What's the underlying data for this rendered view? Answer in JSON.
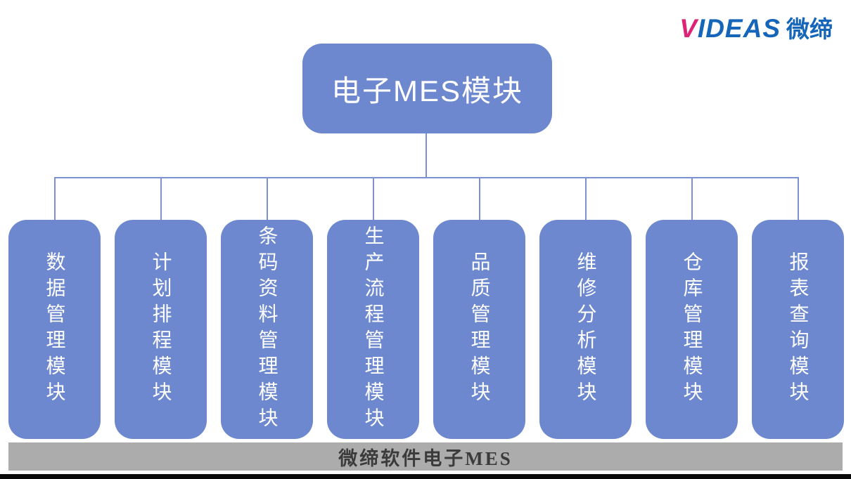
{
  "logo": {
    "brand_prefix": "V",
    "brand_rest": "IDEAS",
    "brand_cjk": "微缔",
    "magenta": "#dd2377",
    "blue": "#1565b8"
  },
  "root": {
    "label": "电子MES模块"
  },
  "modules": [
    {
      "label": "数据管理模块"
    },
    {
      "label": "计划排程模块"
    },
    {
      "label": "条码资料管理模块"
    },
    {
      "label": "生产流程管理模块"
    },
    {
      "label": "品质管理模块"
    },
    {
      "label": "维修分析模块"
    },
    {
      "label": "仓库管理模块"
    },
    {
      "label": "报表查询模块"
    }
  ],
  "footer": {
    "label": "微缔软件电子MES"
  },
  "colors": {
    "node_fill": "#6d88ce",
    "connector": "#7d90cf",
    "footer_bg": "#acacac",
    "footer_text": "#3b3b3b",
    "bottom_bar": "#0a0a0a",
    "background": "#ffffff"
  }
}
